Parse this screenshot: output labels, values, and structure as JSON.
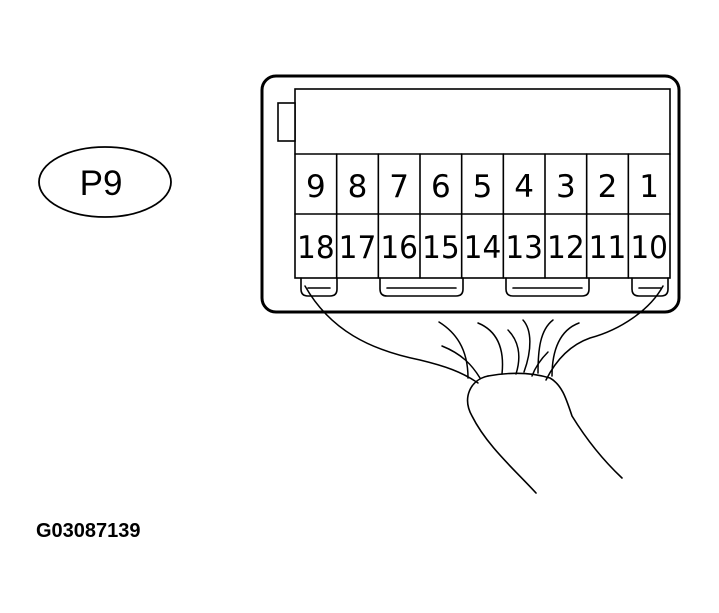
{
  "connector": {
    "id": "P9",
    "top_row_pins": [
      "9",
      "8",
      "7",
      "6",
      "5",
      "4",
      "3",
      "2",
      "1"
    ],
    "bottom_row_pins": [
      "18",
      "17",
      "16",
      "15",
      "14",
      "13",
      "12",
      "11",
      "10"
    ]
  },
  "figure_code": "G03087139"
}
